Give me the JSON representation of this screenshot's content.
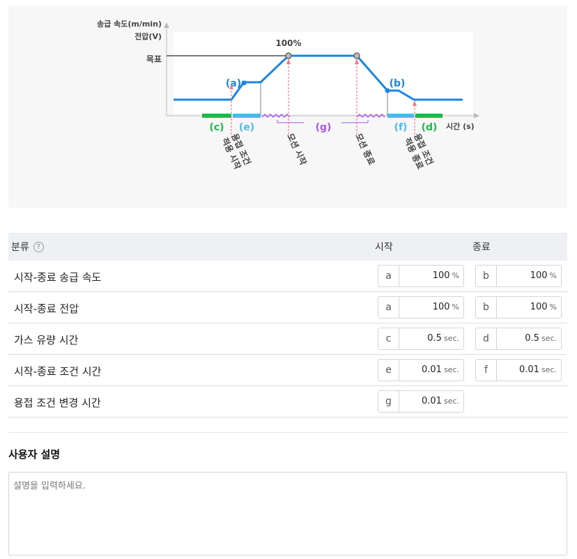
{
  "diagram": {
    "y_label_feed": "송급 속도(m/min)",
    "y_label_voltage": "전압(V)",
    "target_label": "목표",
    "percent_label": "100%",
    "x_axis_label": "시간 (s)",
    "markers": {
      "a": "(a)",
      "b": "(b)",
      "c": "(c)",
      "d": "(d)",
      "e": "(e)",
      "f": "(f)",
      "g": "(g)"
    },
    "vertical_labels": {
      "cond_start_line1": "용접 조건",
      "cond_start_line2": "적용 시작",
      "weave_start": "모션 시작",
      "weave_end": "모션 종료",
      "cond_end_line1": "용접 조건",
      "cond_end_line2": "적용 종료"
    },
    "colors": {
      "line": "#1a85e0",
      "green": "#1db84a",
      "blue": "#4db8f0",
      "purple": "#a855f7",
      "red": "#f27a8a",
      "axis": "#bbbbbb"
    }
  },
  "table": {
    "header": {
      "category": "분류",
      "help_icon": "?",
      "start": "시작",
      "end": "종료"
    },
    "rows": [
      {
        "label": "시작-종료 송급 속도",
        "start": {
          "prefix": "a",
          "value": "100",
          "unit": "%"
        },
        "end": {
          "prefix": "b",
          "value": "100",
          "unit": "%"
        }
      },
      {
        "label": "시작-종료 전압",
        "start": {
          "prefix": "a",
          "value": "100",
          "unit": "%"
        },
        "end": {
          "prefix": "b",
          "value": "100",
          "unit": "%"
        }
      },
      {
        "label": "가스 유량 시간",
        "start": {
          "prefix": "c",
          "value": "0.5",
          "unit": "sec."
        },
        "end": {
          "prefix": "d",
          "value": "0.5",
          "unit": "sec."
        }
      },
      {
        "label": "시작-종료 조건 시간",
        "start": {
          "prefix": "e",
          "value": "0.01",
          "unit": "sec."
        },
        "end": {
          "prefix": "f",
          "value": "0.01",
          "unit": "sec."
        }
      },
      {
        "label": "용접 조건 변경 시간",
        "start": {
          "prefix": "g",
          "value": "0.01",
          "unit": "sec."
        }
      }
    ]
  },
  "user_description": {
    "title": "사용자 설명",
    "placeholder": "설명을 입력하세요.",
    "value": ""
  }
}
